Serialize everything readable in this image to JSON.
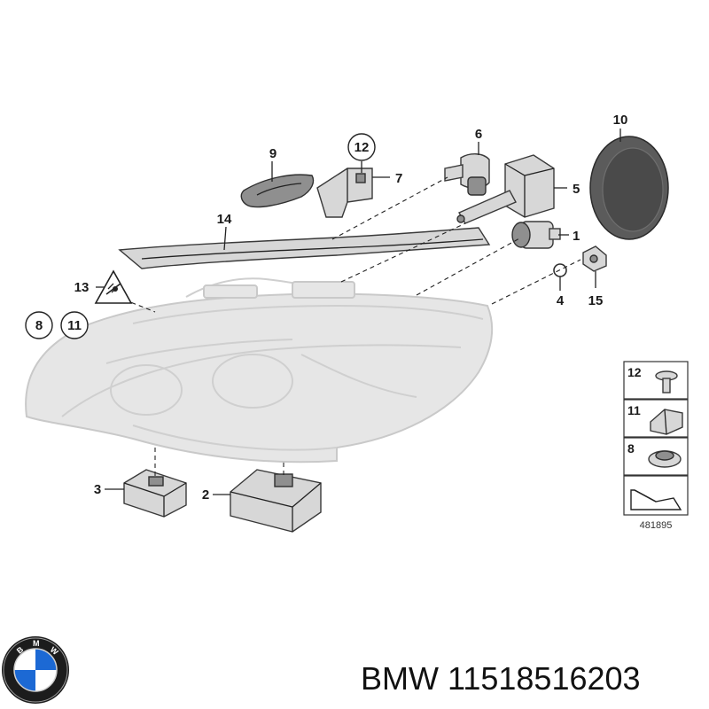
{
  "labels": {
    "l1": "1",
    "l2": "2",
    "l3": "3",
    "l4": "4",
    "l5": "5",
    "l6": "6",
    "l7": "7",
    "l8": "8",
    "l9": "9",
    "l10": "10",
    "l11": "11",
    "l12": "12",
    "l13": "13",
    "l14": "14",
    "l15": "15"
  },
  "legend": {
    "item12": "12",
    "item11": "11",
    "item8": "8",
    "ref_number": "481895"
  },
  "caption": {
    "brand": "BMW",
    "part_number": "11518516203"
  },
  "logo": {
    "text": "BMW",
    "ring_color": "#1c1c1c",
    "blue": "#1c69d4",
    "white": "#ffffff"
  },
  "icons": [
    "warning-triangle-icon",
    "electrical-plug-icon",
    "arrow-icon"
  ]
}
